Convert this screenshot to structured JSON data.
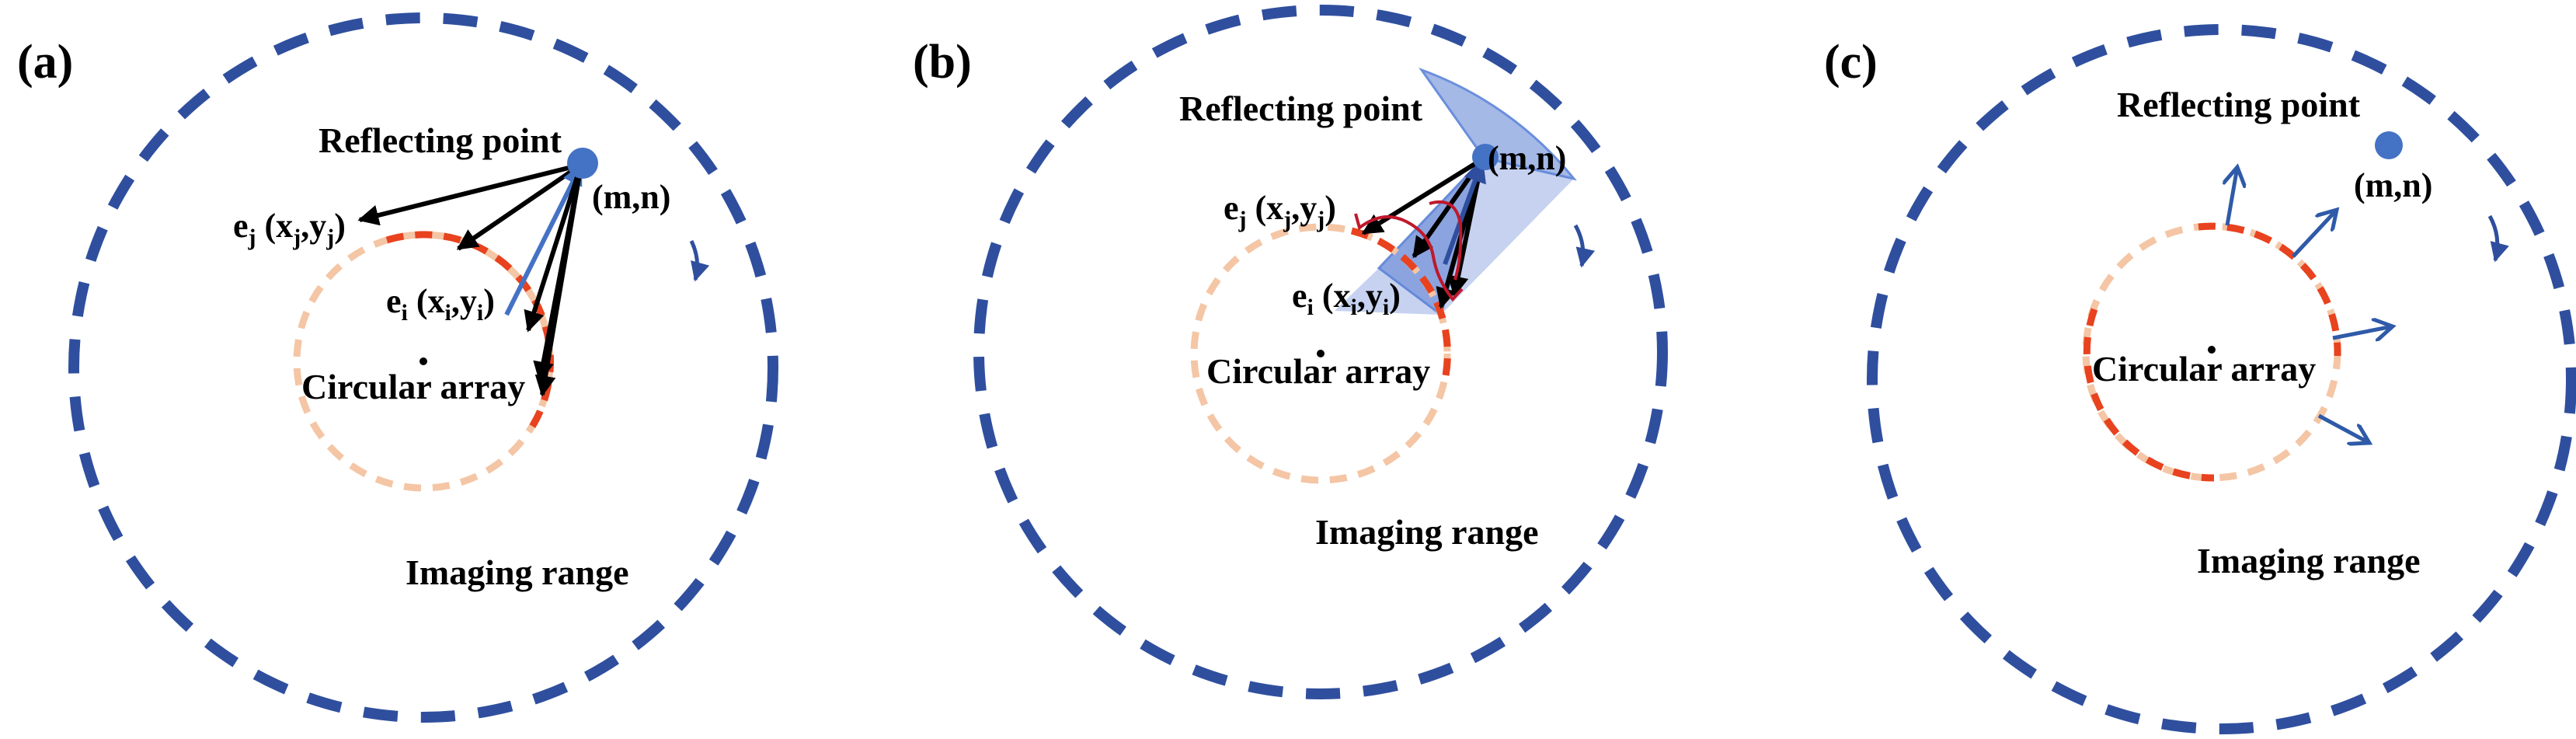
{
  "colors": {
    "imaging_circle": "#2f4f9e",
    "array_active": "#e8421f",
    "array_inactive": "#f4c6a5",
    "point": "#4472c4",
    "arrow_dark": "#000000",
    "arrow_blue": "#4472c4",
    "sector_fill": "#5b7fd4",
    "curve_red": "#c0182b"
  },
  "panels": [
    {
      "label": "(a)",
      "reflecting_point": "Reflecting point",
      "coord": "(m,n)",
      "ej_prefix": "e",
      "ej_sub": "j",
      "ej_open": " (x",
      "ej_sub2": "j",
      "ej_mid": ",y",
      "ej_sub3": "j",
      "ej_close": ")",
      "ei_prefix": "e",
      "ei_sub": "i",
      "ei_open": " (x",
      "ei_sub2": "i",
      "ei_mid": ",y",
      "ei_sub3": "i",
      "ei_close": ")",
      "array_label": "Circular array",
      "range_label": "Imaging range"
    },
    {
      "label": "(b)",
      "reflecting_point": "Reflecting point",
      "coord": "(m,n)",
      "ej_prefix": "e",
      "ej_sub": "j",
      "ej_open": " (x",
      "ej_sub2": "j",
      "ej_mid": ",y",
      "ej_sub3": "j",
      "ej_close": ")",
      "ei_prefix": "e",
      "ei_sub": "i",
      "ei_open": " (x",
      "ei_sub2": "i",
      "ei_mid": ",y",
      "ei_sub3": "i",
      "ei_close": ")",
      "array_label": "Circular array",
      "range_label": "Imaging range"
    },
    {
      "label": "(c)",
      "reflecting_point": "Reflecting point",
      "coord": "(m,n)",
      "array_label": "Circular array",
      "range_label": "Imaging range"
    }
  ]
}
